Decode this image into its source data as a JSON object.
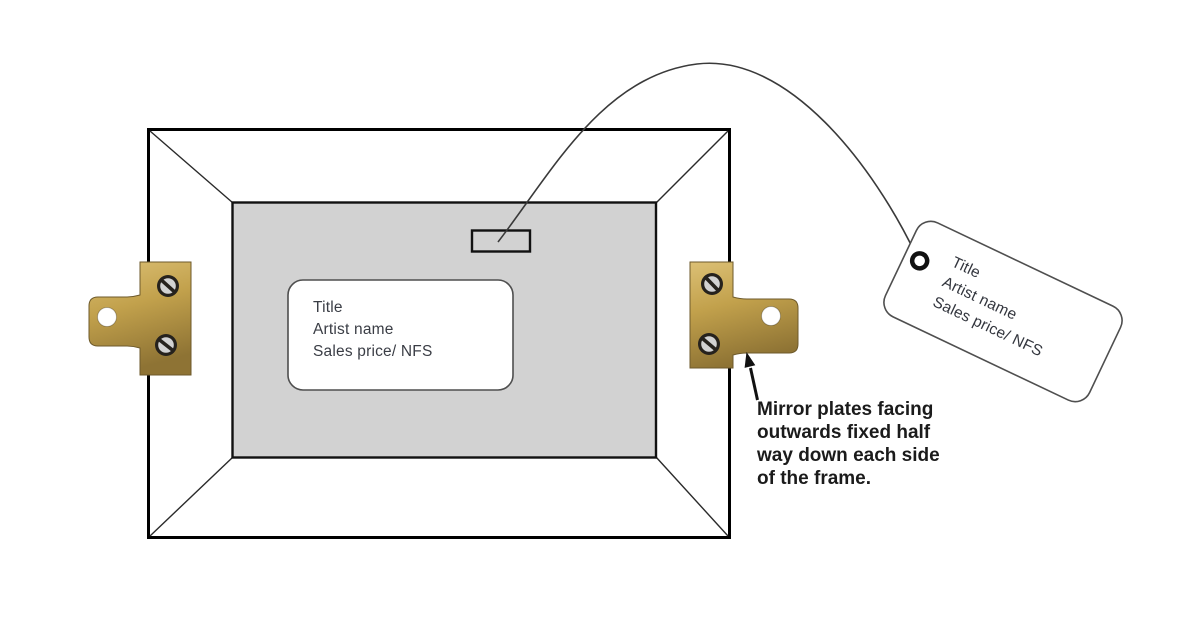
{
  "diagram": {
    "frame_label": {
      "line1": "Title",
      "line2": "Artist name",
      "line3": "Sales price/ NFS"
    },
    "tag": {
      "line1": "Title",
      "line2": "Artist name",
      "line3": "Sales price/ NFS"
    },
    "annotation": {
      "line1": "Mirror plates facing",
      "line2": "outwards fixed half",
      "line3": "way down each side",
      "line4": "of the frame."
    },
    "colors": {
      "board": "#d2d2d2",
      "brass": "#bfa04f",
      "outline": "#000000",
      "wire": "#3a3a3a",
      "label_text": "#3a3d45",
      "annotation_text": "#1b1b1b"
    }
  }
}
